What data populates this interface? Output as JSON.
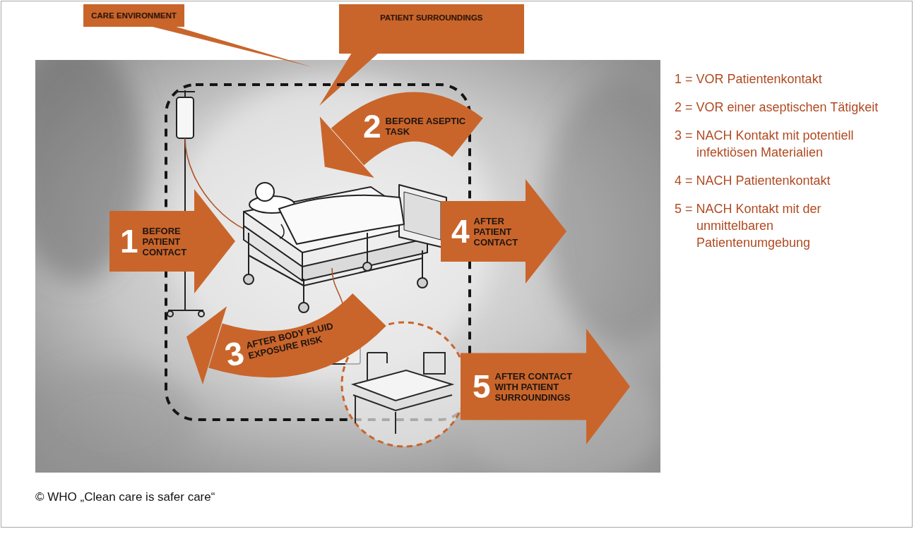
{
  "diagram": {
    "caption": "© WHO „Clean care is safer care“",
    "nodes": [
      {
        "text": [
          "CARE ENVIRONMENT"
        ]
      },
      {
        "text": [
          "PATIENT SURROUNDINGS"
        ]
      },
      {
        "text": [
          "1",
          "BEFORE PATIENT CONTACT"
        ]
      },
      {
        "text": [
          "2",
          "BEFORE ASEPTIC TASK"
        ]
      },
      {
        "text": [
          "3",
          "AFTER BODY FLUID EXPOSURE RISK"
        ]
      },
      {
        "text": [
          "4",
          "AFTER PATIENT CONTACT"
        ]
      },
      {
        "text": [
          "5",
          "AFTER CONTACT WITH PATIENT SURROUNDINGS"
        ]
      }
    ],
    "labels": [
      "1 = VOR Patientenkontakt",
      "2 = VOR einer aseptischen Tätigkeit",
      "3 = NACH Kontakt mit potentiell infektiösen Materialien",
      "4 = NACH Patientenkontakt",
      "5 = NACH Kontakt mit der unmittelbaren Patientenumgebung"
    ]
  }
}
